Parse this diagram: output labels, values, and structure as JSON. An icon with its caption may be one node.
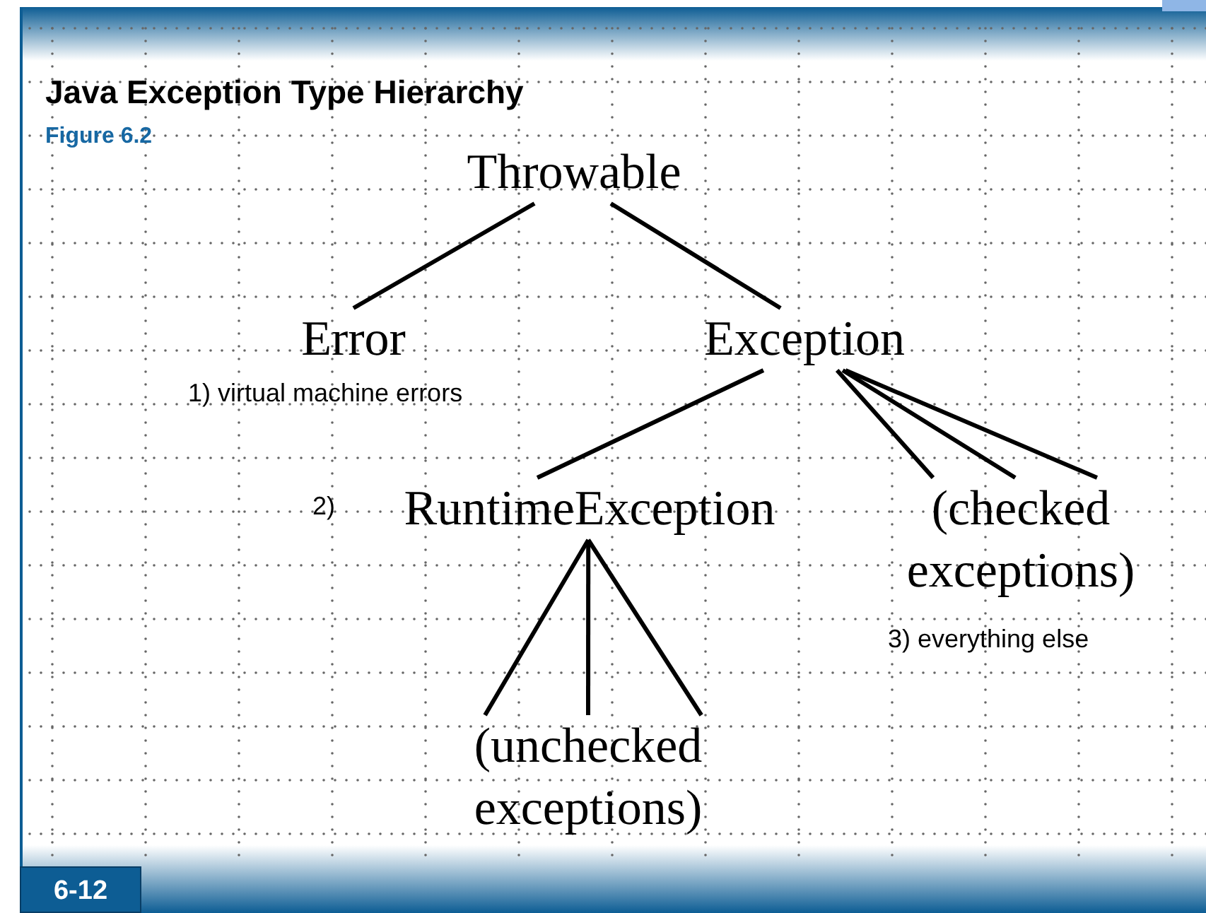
{
  "diagram": {
    "title": "Java Exception Type Hierarchy",
    "caption": "Figure 6.2",
    "nodes": [
      {
        "text": [
          "Throwable"
        ]
      },
      {
        "text": [
          "Error"
        ],
        "beside": [
          "1) virtual machine errors"
        ]
      },
      {
        "text": [
          "Exception"
        ]
      },
      {
        "text": [
          "RuntimeException"
        ],
        "beside": [
          "2)"
        ]
      },
      {
        "text": [
          "(checked exceptions)"
        ],
        "beside": [
          "3) everything else"
        ]
      },
      {
        "text": [
          "(unchecked exceptions)"
        ]
      }
    ],
    "edges": [
      {
        "from": 0,
        "to": 1,
        "arrow": "none"
      },
      {
        "from": 0,
        "to": 2,
        "arrow": "none"
      },
      {
        "from": 2,
        "to": 3,
        "arrow": "none"
      },
      {
        "from": 2,
        "to": 4,
        "arrow": "none"
      },
      {
        "from": 2,
        "to": 4,
        "arrow": "none"
      },
      {
        "from": 2,
        "to": 4,
        "arrow": "none"
      },
      {
        "from": 3,
        "to": 5,
        "arrow": "none"
      },
      {
        "from": 3,
        "to": 5,
        "arrow": "none"
      },
      {
        "from": 3,
        "to": 5,
        "arrow": "none"
      }
    ],
    "labels": [
      "6-12"
    ]
  }
}
